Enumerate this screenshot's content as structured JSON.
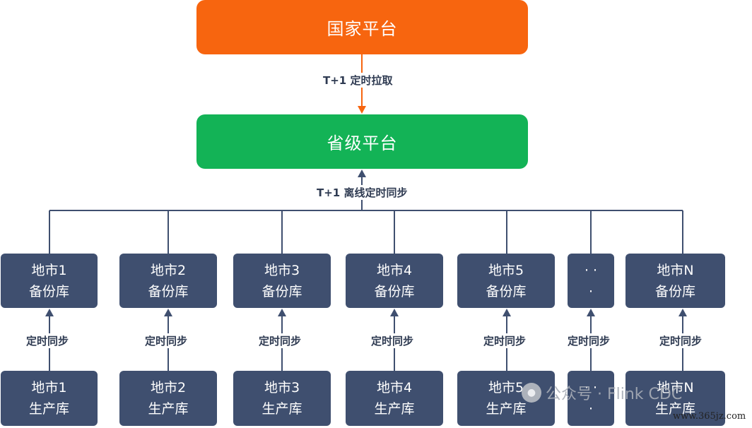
{
  "national_platform": "国家平台",
  "pull_label": "T+1 定时拉取",
  "provincial_platform": "省级平台",
  "offline_sync_label": "T+1 离线定时同步",
  "sync_label": "定时同步",
  "backups": [
    {
      "line1": "地市1",
      "line2": "备份库"
    },
    {
      "line1": "地市2",
      "line2": "备份库"
    },
    {
      "line1": "地市3",
      "line2": "备份库"
    },
    {
      "line1": "地市4",
      "line2": "备份库"
    },
    {
      "line1": "地市5",
      "line2": "备份库"
    },
    {
      "line1": "· ·",
      "line2": "·"
    },
    {
      "line1": "地市N",
      "line2": "备份库"
    }
  ],
  "productions": [
    {
      "line1": "地市1",
      "line2": "生产库"
    },
    {
      "line1": "地市2",
      "line2": "生产库"
    },
    {
      "line1": "地市3",
      "line2": "生产库"
    },
    {
      "line1": "地市4",
      "line2": "生产库"
    },
    {
      "line1": "地市5",
      "line2": "生产库"
    },
    {
      "line1": "· ·",
      "line2": "·"
    },
    {
      "line1": "地市N",
      "line2": "生产库"
    }
  ],
  "watermark": {
    "text": "公众号 · Flink CDC",
    "url": "www.365jz.com"
  },
  "colors": {
    "national": "#f7650f",
    "provincial": "#13b356",
    "node": "#3f4f6f",
    "connector": "#3f4f6f",
    "pull_arrow": "#f7650f"
  }
}
